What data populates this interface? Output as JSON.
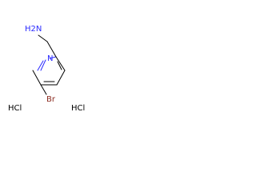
{
  "molecule": {
    "atoms": {
      "amine": "H2N",
      "ring_nitrogen": "N",
      "bromine": "Br"
    },
    "counterions": {
      "left": "HCl",
      "right": "HCl"
    },
    "colors": {
      "bond": "#000000",
      "nitrogen": "#2b2bff",
      "bromine": "#8b2a1f",
      "background": "#ffffff"
    }
  }
}
